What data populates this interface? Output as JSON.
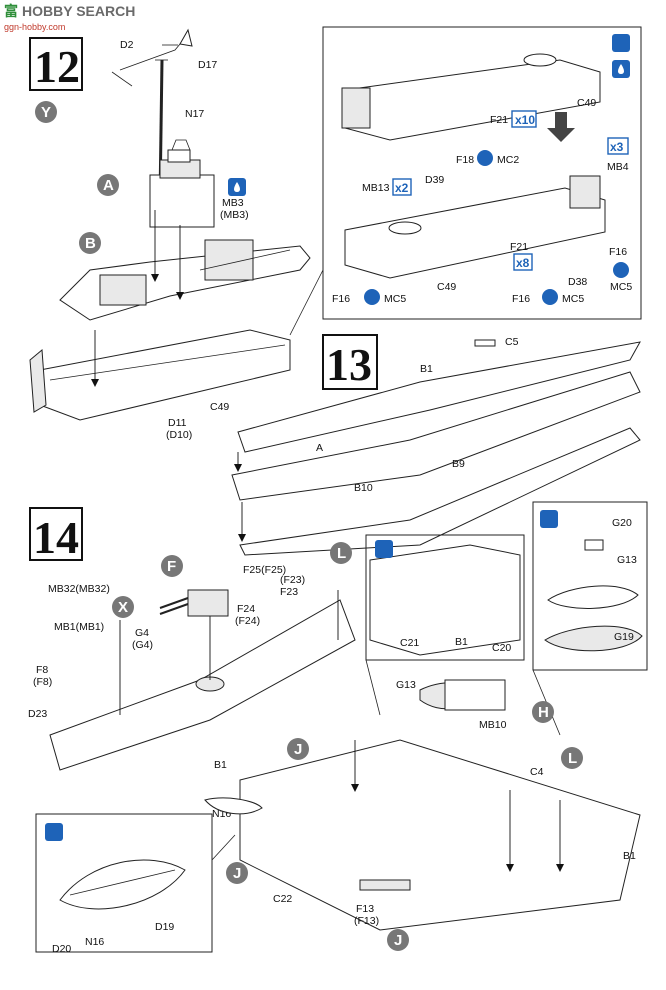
{
  "watermark": {
    "cn": "富",
    "en": "HOBBY SEARCH",
    "url": "ggn-hobby.com"
  },
  "steps": [
    {
      "number": "12"
    },
    {
      "number": "13"
    },
    {
      "number": "14"
    }
  ],
  "badges": {
    "A": "A",
    "B": "B",
    "F": "F",
    "H": "H",
    "J": "J",
    "L": "L",
    "X": "X",
    "Y": "Y"
  },
  "quantities": {
    "x10": "x10",
    "x2": "x2",
    "x8": "x8",
    "x3": "x3"
  },
  "paint_codes": {
    "MC2": "MC2",
    "MC5": "MC5"
  },
  "labels": {
    "D2": "D2",
    "D17": "D17",
    "N17": "N17",
    "MB3": "MB3",
    "MB3p": "(MB3)",
    "C49": "C49",
    "D11": "D11",
    "D11p": "(D10)",
    "F21": "F21",
    "F18": "F18",
    "MB13": "MB13",
    "D39": "D39",
    "MB4": "MB4",
    "F16": "F16",
    "D38": "D38",
    "C5": "C5",
    "B1": "B1",
    "B9": "B9",
    "B10": "B10",
    "label_A": "A",
    "F25": "F25(F25)",
    "F23": "F23",
    "F23p": "(F23)",
    "F24": "F24",
    "F24p": "(F24)",
    "MB32": "MB32(MB32)",
    "MB1": "MB1(MB1)",
    "G4": "G4",
    "G4p": "(G4)",
    "F8": "F8",
    "F8p": "(F8)",
    "D23": "D23",
    "C21": "C21",
    "C20": "C20",
    "G20": "G20",
    "G13": "G13",
    "G19": "G19",
    "MB10": "MB10",
    "C4": "C4",
    "N16": "N16",
    "C22": "C22",
    "F13": "F13",
    "F13p": "(F13)",
    "D19": "D19",
    "D20": "D20"
  }
}
